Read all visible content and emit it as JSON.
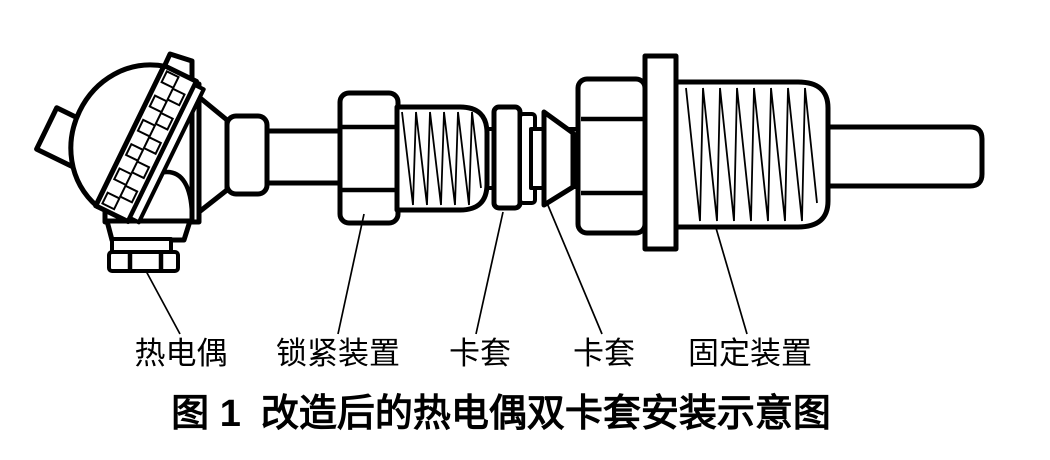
{
  "figure": {
    "type": "technical-line-diagram",
    "colors": {
      "line": "#000000",
      "background": "#ffffff"
    },
    "part_labels": [
      {
        "id": "thermocouple",
        "text": "热电偶"
      },
      {
        "id": "locking-device",
        "text": "锁紧装置"
      },
      {
        "id": "ferrule-front",
        "text": "卡套"
      },
      {
        "id": "ferrule-rear",
        "text": "卡套"
      },
      {
        "id": "fixing-device",
        "text": "固定装置"
      }
    ],
    "caption": {
      "number": "图 1",
      "title": "改造后的热电偶双卡套安装示意图"
    }
  }
}
